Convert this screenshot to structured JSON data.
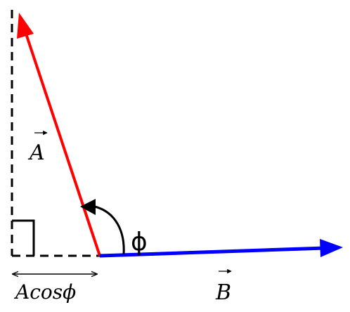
{
  "labels": {
    "vector_a": "A",
    "vector_b": "B",
    "angle": "ϕ",
    "projection": "Acosϕ"
  },
  "colors": {
    "vector_a": "#ff0000",
    "vector_b": "#0000ff",
    "construction": "#000000"
  }
}
